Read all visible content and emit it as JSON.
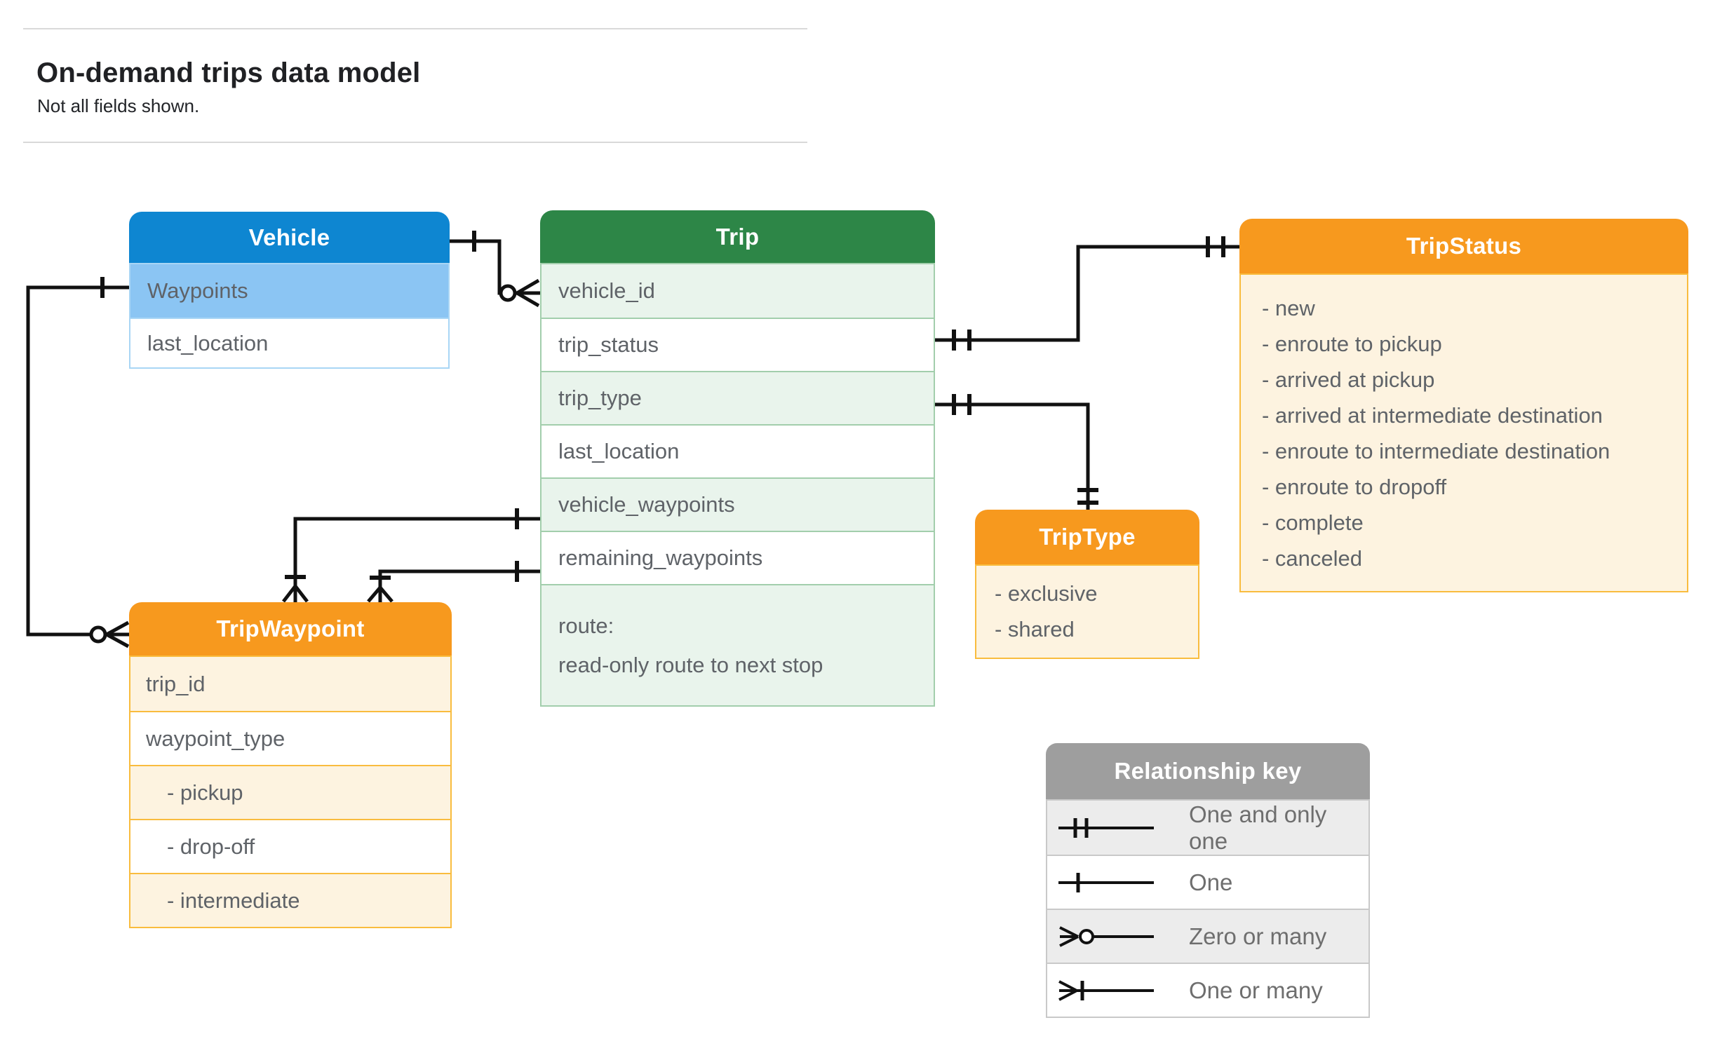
{
  "page": {
    "title": "On-demand trips data model",
    "subtitle": "Not all fields shown."
  },
  "entities": {
    "vehicle": {
      "title": "Vehicle",
      "fields": [
        "Waypoints",
        "last_location"
      ]
    },
    "trip": {
      "title": "Trip",
      "fields": [
        "vehicle_id",
        "trip_status",
        "trip_type",
        "last_location",
        "vehicle_waypoints",
        "remaining_waypoints"
      ],
      "route": {
        "line1": "route:",
        "line2": "read-only route to next stop"
      }
    },
    "trip_status": {
      "title": "TripStatus",
      "values": [
        "- new",
        "- enroute to pickup",
        "- arrived at pickup",
        "- arrived at intermediate destination",
        "- enroute to intermediate destination",
        "- enroute to dropoff",
        "- complete",
        "- canceled"
      ]
    },
    "trip_waypoint": {
      "title": "TripWaypoint",
      "fields": [
        "trip_id",
        "waypoint_type",
        "- pickup",
        "- drop-off",
        "- intermediate"
      ]
    },
    "trip_type": {
      "title": "TripType",
      "values": [
        "- exclusive",
        "- shared"
      ]
    }
  },
  "legend": {
    "title": "Relationship key",
    "rows": [
      {
        "symbol": "one-and-only-one-icon",
        "label": "One and only one"
      },
      {
        "symbol": "one-icon",
        "label": "One"
      },
      {
        "symbol": "zero-or-many-icon",
        "label": "Zero or many"
      },
      {
        "symbol": "one-or-many-icon",
        "label": "One or many"
      }
    ]
  },
  "colors": {
    "blue": "#0e86d1",
    "blue_light": "#8bc5f3",
    "blue_border": "#a9d6f5",
    "green": "#2d8647",
    "green_light": "#e9f4ec",
    "green_border": "#a2ceac",
    "orange": "#f7991e",
    "orange_light": "#fdf3e0",
    "orange_border": "#f9bc3e",
    "gray": "#9e9e9e",
    "gray_light": "#ececec",
    "gray_border": "#c9c9c9",
    "connector": "#111111",
    "field_text": "#5f6368",
    "title_text": "#202124",
    "legend_text": "#6e6e6e"
  }
}
